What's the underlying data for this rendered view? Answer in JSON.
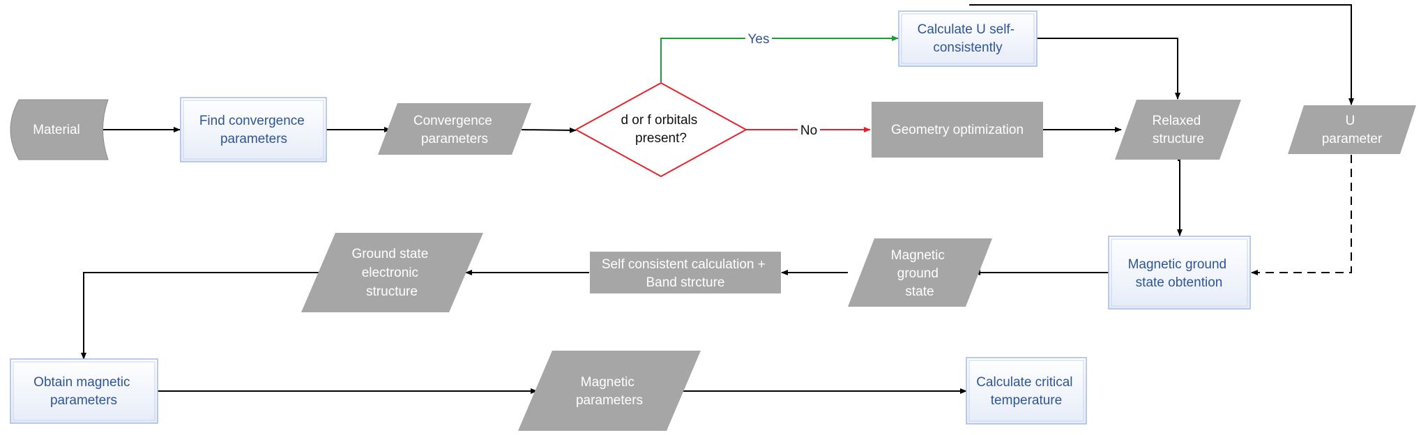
{
  "nodes": {
    "material": [
      "Material"
    ],
    "find_convergence": [
      "Find convergence",
      "parameters"
    ],
    "convergence_parameters": [
      "Convergence",
      "parameters"
    ],
    "decision": [
      "d or f orbitals",
      "present?"
    ],
    "calculate_u": [
      "Calculate U self-",
      "consistently"
    ],
    "geometry_optimization": [
      "Geometry optimization"
    ],
    "relaxed_structure": [
      "Relaxed",
      "structure"
    ],
    "u_parameter": [
      "U",
      "parameter"
    ],
    "magnetic_ground_state_obtention": [
      "Magnetic ground",
      "state obtention"
    ],
    "magnetic_ground_state": [
      "Magnetic",
      "ground",
      "state"
    ],
    "self_consistent_calculation": [
      "Self consistent calculation +",
      "Band strcture"
    ],
    "ground_state_electronic_structure": [
      "Ground state",
      "electronic",
      "structure"
    ],
    "obtain_magnetic_parameters": [
      "Obtain magnetic",
      "parameters"
    ],
    "magnetic_parameters": [
      "Magnetic",
      "parameters"
    ],
    "calculate_critical_temperature": [
      "Calculate critical",
      "temperature"
    ]
  },
  "edge_labels": {
    "yes": "Yes",
    "no": "No"
  },
  "colors": {
    "data_fill": "#a6a6a6",
    "process_text": "#2e5597",
    "yes_branch": "#1e9a3a",
    "no_branch": "#e8202a",
    "connector": "#000000"
  }
}
